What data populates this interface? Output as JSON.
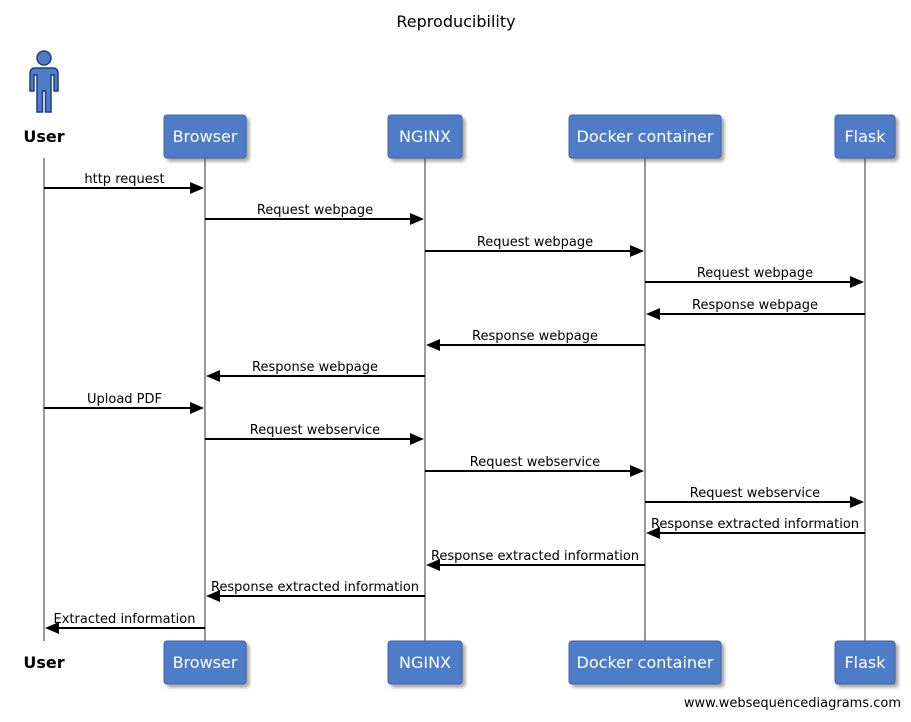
{
  "title": "Reproducibility",
  "footer": "www.websequencediagrams.com",
  "colors": {
    "box_fill": "#4f7bc7",
    "box_stroke": "#3e64a8",
    "box_text": "#ffffff",
    "lifeline": "#999999",
    "arrow": "#000000"
  },
  "participants": [
    {
      "id": "user",
      "label": "User",
      "kind": "actor"
    },
    {
      "id": "browser",
      "label": "Browser",
      "kind": "box"
    },
    {
      "id": "nginx",
      "label": "NGINX",
      "kind": "box"
    },
    {
      "id": "docker",
      "label": "Docker container",
      "kind": "box"
    },
    {
      "id": "flask",
      "label": "Flask",
      "kind": "box"
    }
  ],
  "messages": [
    {
      "from": "user",
      "to": "browser",
      "label": "http request"
    },
    {
      "from": "browser",
      "to": "nginx",
      "label": "Request webpage"
    },
    {
      "from": "nginx",
      "to": "docker",
      "label": "Request webpage"
    },
    {
      "from": "docker",
      "to": "flask",
      "label": "Request webpage"
    },
    {
      "from": "flask",
      "to": "docker",
      "label": "Response webpage"
    },
    {
      "from": "docker",
      "to": "nginx",
      "label": "Response webpage"
    },
    {
      "from": "nginx",
      "to": "browser",
      "label": "Response webpage"
    },
    {
      "from": "user",
      "to": "browser",
      "label": "Upload PDF"
    },
    {
      "from": "browser",
      "to": "nginx",
      "label": "Request webservice"
    },
    {
      "from": "nginx",
      "to": "docker",
      "label": "Request webservice"
    },
    {
      "from": "docker",
      "to": "flask",
      "label": "Request webservice"
    },
    {
      "from": "flask",
      "to": "docker",
      "label": "Response extracted information"
    },
    {
      "from": "docker",
      "to": "nginx",
      "label": "Response extracted information"
    },
    {
      "from": "nginx",
      "to": "browser",
      "label": "Response extracted information"
    },
    {
      "from": "browser",
      "to": "user",
      "label": "Extracted information"
    }
  ]
}
